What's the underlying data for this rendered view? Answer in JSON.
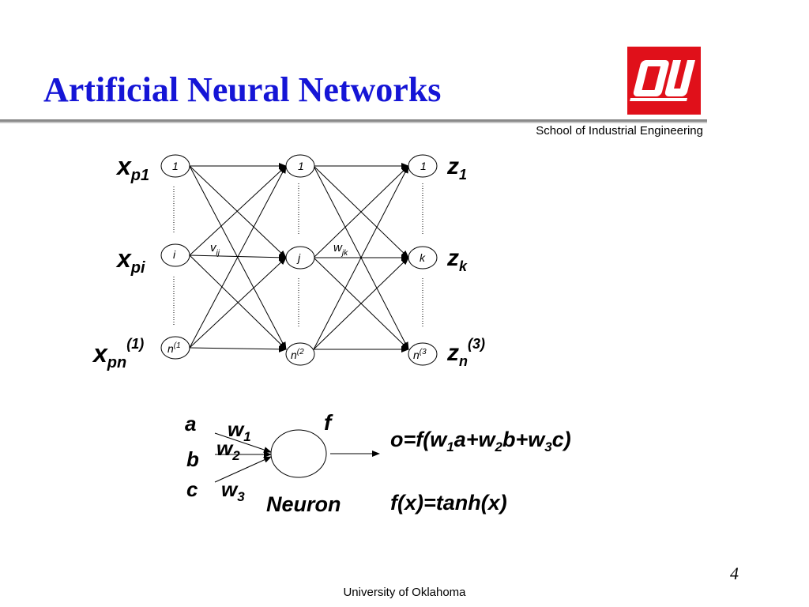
{
  "title": "Artificial Neural Networks",
  "school": "School of Industrial Engineering",
  "footer": "University of Oklahoma",
  "page_number": "4",
  "logo_text": "OU",
  "network": {
    "input_labels": {
      "first_base": "x",
      "first_sub": "p1",
      "mid_base": "x",
      "mid_sub": "pi",
      "last_base": "x",
      "last_sub": "pn",
      "last_sup": "(1)"
    },
    "output_labels": {
      "first_base": "z",
      "first_sub": "1",
      "mid_base": "z",
      "mid_sub": "k",
      "last_base": "z",
      "last_sub": "n",
      "last_sup": "(3)"
    },
    "layer1_nodes": [
      "1",
      "i",
      "n"
    ],
    "layer1_last_sup": "(1",
    "layer2_nodes": [
      "1",
      "j",
      "n"
    ],
    "layer2_last_sup": "(2",
    "layer3_nodes": [
      "1",
      "k",
      "n"
    ],
    "layer3_last_sup": "(3",
    "weight1": {
      "base": "v",
      "sub": "ij"
    },
    "weight2": {
      "base": "w",
      "sub": "jk"
    }
  },
  "neuron": {
    "inputs": [
      "a",
      "b",
      "c"
    ],
    "weights": [
      {
        "base": "w",
        "sub": "1"
      },
      {
        "base": "w",
        "sub": "2"
      },
      {
        "base": "w",
        "sub": "3"
      }
    ],
    "function_label": "f",
    "label": "Neuron",
    "equation": {
      "p1": "o=f(w",
      "s1": "1",
      "p2": "a+w",
      "s2": "2",
      "p3": "b+w",
      "s3": "3",
      "p4": "c)"
    },
    "activation": "f(x)=tanh(x)"
  }
}
